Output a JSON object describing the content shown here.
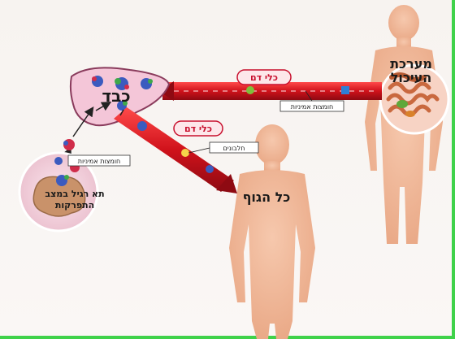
{
  "labels": {
    "digestive_system_line1": "מערכת",
    "digestive_system_line2": "העיכול",
    "liver": "כבד",
    "whole_body": "כל הגוף",
    "blood_vessel_top": "כלי דם",
    "blood_vessel_bottom": "כלי דם",
    "amino_acids_top": "חומצות אמיניות",
    "proteins": "חלבונים",
    "amino_acids_cell": "חומצות אמיניות",
    "cell_line1": "תא רגיל במצב",
    "cell_line2": "התפרקות"
  },
  "colors": {
    "skin": "#f2b99a",
    "skin_dark": "#e6a27f",
    "liver": "#f4c6d8",
    "liver_edge": "#8a3b5c",
    "vessel": "#d0121b",
    "vessel_dark": "#8e0a12",
    "cell": "#f0d2dd",
    "cell_core": "#c9926a",
    "pill_fill": "#fde7ea",
    "pill_stroke": "#c8102e",
    "page_border": "#3fd24a"
  }
}
